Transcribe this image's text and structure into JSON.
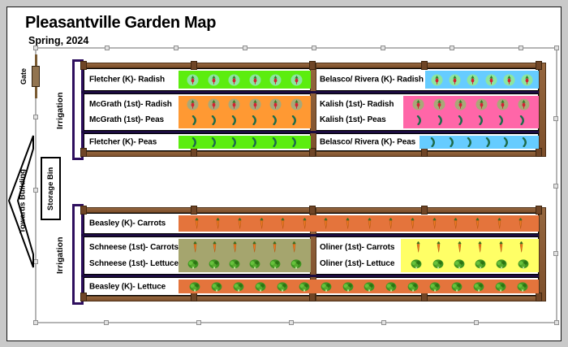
{
  "title": "Pleasantville Garden Map",
  "subtitle": "Spring, 2024",
  "side_labels": {
    "gate": "Gate",
    "towards_building": "Towards Building",
    "storage_bin": "Storage Bin",
    "irrigation_top": "Irrigation",
    "irrigation_bottom": "Irrigation"
  },
  "colors": {
    "page_margin": "#c9c9c9",
    "fence": "#b5b5b5",
    "wood_frame": "#8a5a38",
    "irrigation_main": "#2e0f5e",
    "irrigation_pipe": "#1b0b3f",
    "bed_green": "#5ced0f",
    "bed_orange": "#ff9933",
    "bed_blue": "#66ccff",
    "bed_pink": "#ff66a8",
    "bed_rust": "#e4743c",
    "bed_olive": "#a5a56e",
    "bed_yellow": "#ffff66"
  },
  "plots": {
    "top": {
      "rows": [
        {
          "left": {
            "label": "Fletcher (K)- Radish",
            "bed": {
              "color": "#5ced0f",
              "rows": [
                {
                  "icon": "radish",
                  "halo": "#8ce6a0",
                  "count": 6
                }
              ]
            }
          },
          "right": {
            "label": "Belasco/ Rivera (K)- Radish",
            "bed": {
              "color": "#66ccff",
              "rows": [
                {
                  "icon": "radish",
                  "halo": "#8ce6a0",
                  "count": 6
                }
              ]
            }
          }
        },
        {
          "left": {
            "labels": [
              "McGrath (1st)- Radish",
              "McGrath (1st)- Peas"
            ],
            "bed": {
              "color": "#ff9933",
              "rows": [
                {
                  "icon": "radish",
                  "halo": "#a9a878",
                  "count": 6
                },
                {
                  "icon": "peas",
                  "count": 6
                }
              ]
            }
          },
          "right": {
            "labels": [
              "Kalish (1st)- Radish",
              "Kalish (1st)- Peas"
            ],
            "bed": {
              "color": "#ff66a8",
              "rows": [
                {
                  "icon": "radish",
                  "halo": "#a9a878",
                  "count": 6
                },
                {
                  "icon": "peas",
                  "count": 6
                }
              ]
            }
          }
        },
        {
          "left": {
            "label": "Fletcher (K)- Peas",
            "bed": {
              "color": "#5ced0f",
              "rows": [
                {
                  "icon": "peas",
                  "count": 6
                }
              ]
            }
          },
          "right": {
            "label": "Belasco/ Rivera (K)- Peas",
            "bed": {
              "color": "#66ccff",
              "rows": [
                {
                  "icon": "peas",
                  "count": 6
                }
              ]
            }
          }
        }
      ]
    },
    "bottom": {
      "rows": [
        {
          "left": {
            "label": "Beasley (K)- Carrots",
            "bed": {
              "color": "#e4743c",
              "rows": [
                {
                  "icon": "carrot",
                  "count": 16
                }
              ]
            }
          }
        },
        {
          "left": {
            "labels": [
              "Schneese (1st)- Carrots",
              "Schneese (1st)- Lettuce"
            ],
            "bed": {
              "color": "#a5a56e",
              "rows": [
                {
                  "icon": "carrot",
                  "count": 6
                },
                {
                  "icon": "lettuce",
                  "count": 6
                }
              ]
            }
          },
          "right": {
            "labels": [
              "Oliner (1st)- Carrots",
              "Oliner (1st)- Lettuce"
            ],
            "bed": {
              "color": "#ffff66",
              "rows": [
                {
                  "icon": "carrot",
                  "count": 6
                },
                {
                  "icon": "lettuce",
                  "count": 6
                }
              ]
            }
          }
        },
        {
          "left": {
            "label": "Beasley (K)- Lettuce",
            "bed": {
              "color": "#e4743c",
              "rows": [
                {
                  "icon": "lettuce",
                  "count": 16
                }
              ]
            }
          }
        }
      ]
    }
  }
}
